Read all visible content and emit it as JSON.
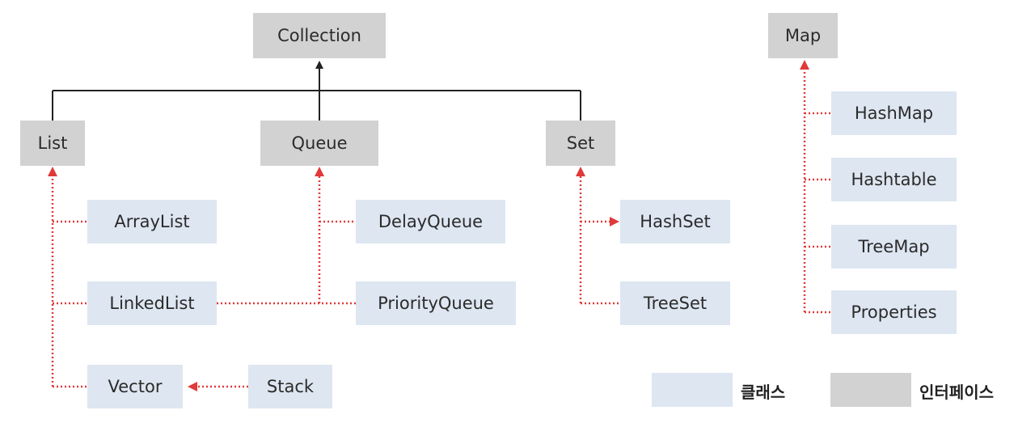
{
  "interfaces": {
    "collection": "Collection",
    "map": "Map",
    "list": "List",
    "queue": "Queue",
    "set": "Set"
  },
  "classes": {
    "arraylist": "ArrayList",
    "linkedlist": "LinkedList",
    "vector": "Vector",
    "stack": "Stack",
    "delayqueue": "DelayQueue",
    "priorityqueue": "PriorityQueue",
    "hashset": "HashSet",
    "treeset": "TreeSet",
    "hashmap": "HashMap",
    "hashtable": "Hashtable",
    "treemap": "TreeMap",
    "properties": "Properties"
  },
  "legend": {
    "class_label": "클래스",
    "interface_label": "인터페이스"
  },
  "colors": {
    "interface_fill": "#d2d2d2",
    "class_fill": "#dde6f1",
    "extends_line": "#222222",
    "implements_line": "#e03a3a"
  }
}
